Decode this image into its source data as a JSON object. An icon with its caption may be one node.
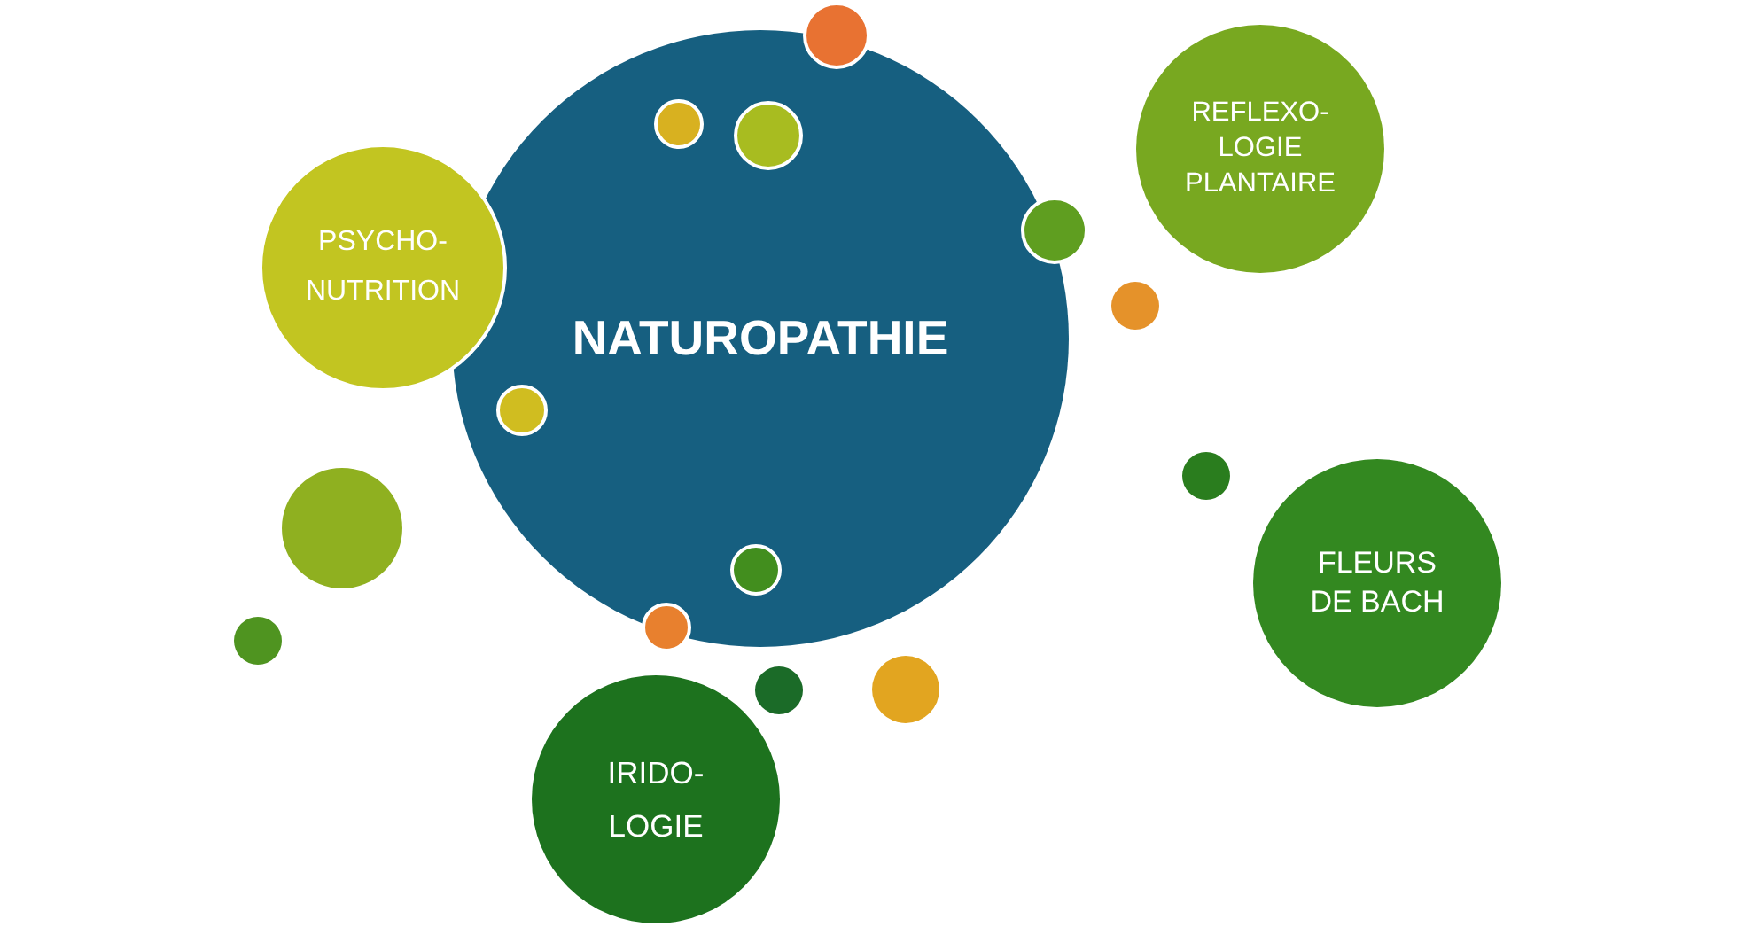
{
  "diagram": {
    "nodes": [
      {
        "text": [
          "NATUROPATHIE"
        ]
      },
      {
        "text": [
          "PSYCHO- NUTRITION"
        ]
      },
      {
        "text": [
          "REFLEXO- LOGIE PLANTAIRE"
        ]
      },
      {
        "text": [
          "FLEURS DE BACH"
        ]
      },
      {
        "text": [
          "IRIDO- LOGIE"
        ]
      },
      {
        "text": [],
        "shape": "circle"
      },
      {
        "text": [],
        "shape": "circle",
        "in": 0
      },
      {
        "text": [],
        "shape": "circle",
        "in": 0
      },
      {
        "text": [],
        "shape": "circle"
      },
      {
        "text": [],
        "shape": "circle"
      },
      {
        "text": [],
        "shape": "circle",
        "in": 0
      },
      {
        "text": [],
        "shape": "circle"
      },
      {
        "text": [],
        "shape": "circle"
      },
      {
        "text": [],
        "shape": "circle",
        "in": 0
      },
      {
        "text": [],
        "shape": "circle"
      },
      {
        "text": [],
        "shape": "circle"
      },
      {
        "text": [],
        "shape": "circle"
      },
      {
        "text": [],
        "shape": "circle"
      }
    ]
  }
}
